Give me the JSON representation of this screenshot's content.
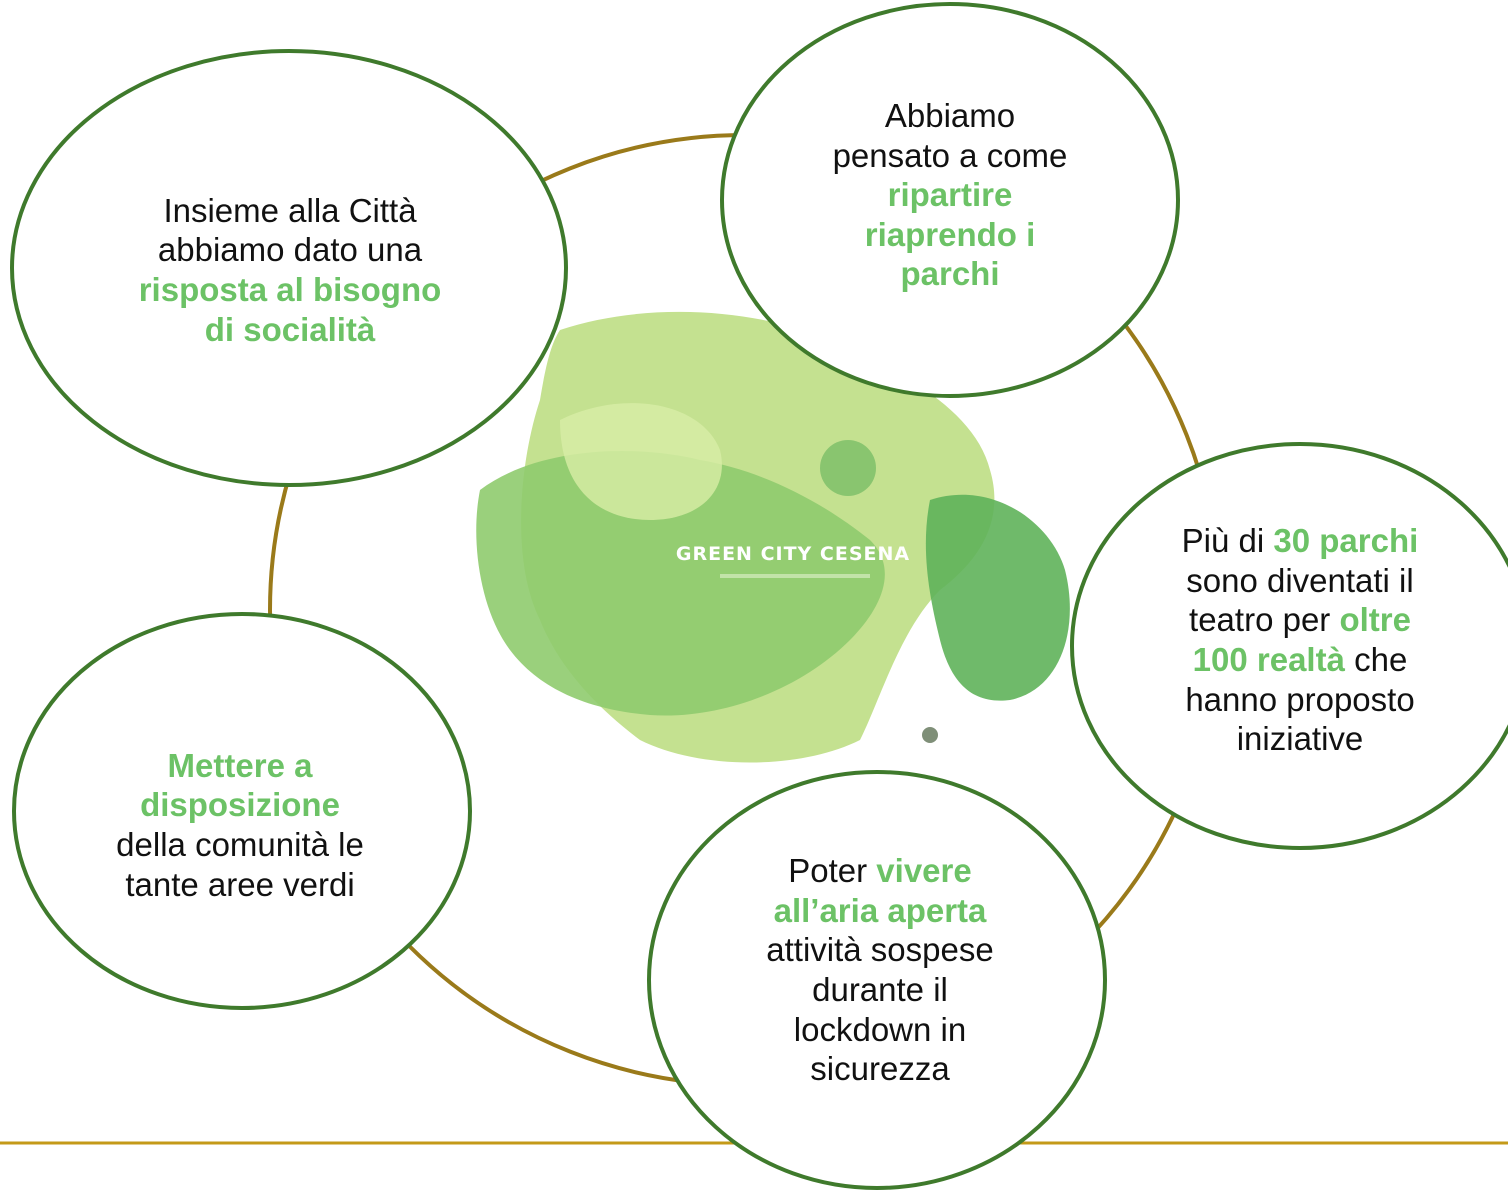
{
  "colors": {
    "ring": "#9a7a1a",
    "ellipse_border": "#3f7a2c",
    "highlight": "#6cc266",
    "text": "#111111",
    "footer_line": "#c49a18"
  },
  "logo": {
    "text": "GREEN CITY CESENA"
  },
  "nodes": [
    {
      "id": "top-left",
      "lines": [
        [
          {
            "t": "Insieme alla Città",
            "hl": false
          }
        ],
        [
          {
            "t": "abbiamo dato una",
            "hl": false
          }
        ],
        [
          {
            "t": "risposta al bisogno",
            "hl": true
          }
        ],
        [
          {
            "t": "di socialità",
            "hl": true
          }
        ]
      ]
    },
    {
      "id": "top-right",
      "lines": [
        [
          {
            "t": "Abbiamo",
            "hl": false
          }
        ],
        [
          {
            "t": "pensato a come",
            "hl": false
          }
        ],
        [
          {
            "t": "ripartire",
            "hl": true
          }
        ],
        [
          {
            "t": "riaprendo i",
            "hl": true
          }
        ],
        [
          {
            "t": "parchi",
            "hl": true
          }
        ]
      ]
    },
    {
      "id": "right",
      "lines": [
        [
          {
            "t": "Più di ",
            "hl": false
          },
          {
            "t": "30 parchi",
            "hl": true
          }
        ],
        [
          {
            "t": "sono diventati il",
            "hl": false
          }
        ],
        [
          {
            "t": "teatro per ",
            "hl": false
          },
          {
            "t": "oltre",
            "hl": true
          }
        ],
        [
          {
            "t": "100 realtà",
            "hl": true
          },
          {
            "t": " che",
            "hl": false
          }
        ],
        [
          {
            "t": "hanno proposto",
            "hl": false
          }
        ],
        [
          {
            "t": "iniziative",
            "hl": false
          }
        ]
      ]
    },
    {
      "id": "bottom",
      "lines": [
        [
          {
            "t": "Poter ",
            "hl": false
          },
          {
            "t": "vivere",
            "hl": true
          }
        ],
        [
          {
            "t": "all’aria aperta",
            "hl": true
          }
        ],
        [
          {
            "t": "attività sospese",
            "hl": false
          }
        ],
        [
          {
            "t": "durante il",
            "hl": false
          }
        ],
        [
          {
            "t": "lockdown in",
            "hl": false
          }
        ],
        [
          {
            "t": "sicurezza",
            "hl": false
          }
        ]
      ]
    },
    {
      "id": "left",
      "lines": [
        [
          {
            "t": "Mettere a",
            "hl": true
          }
        ],
        [
          {
            "t": "disposizione",
            "hl": true
          }
        ],
        [
          {
            "t": "della comunità le",
            "hl": false
          }
        ],
        [
          {
            "t": "tante aree verdi",
            "hl": false
          }
        ]
      ]
    }
  ]
}
